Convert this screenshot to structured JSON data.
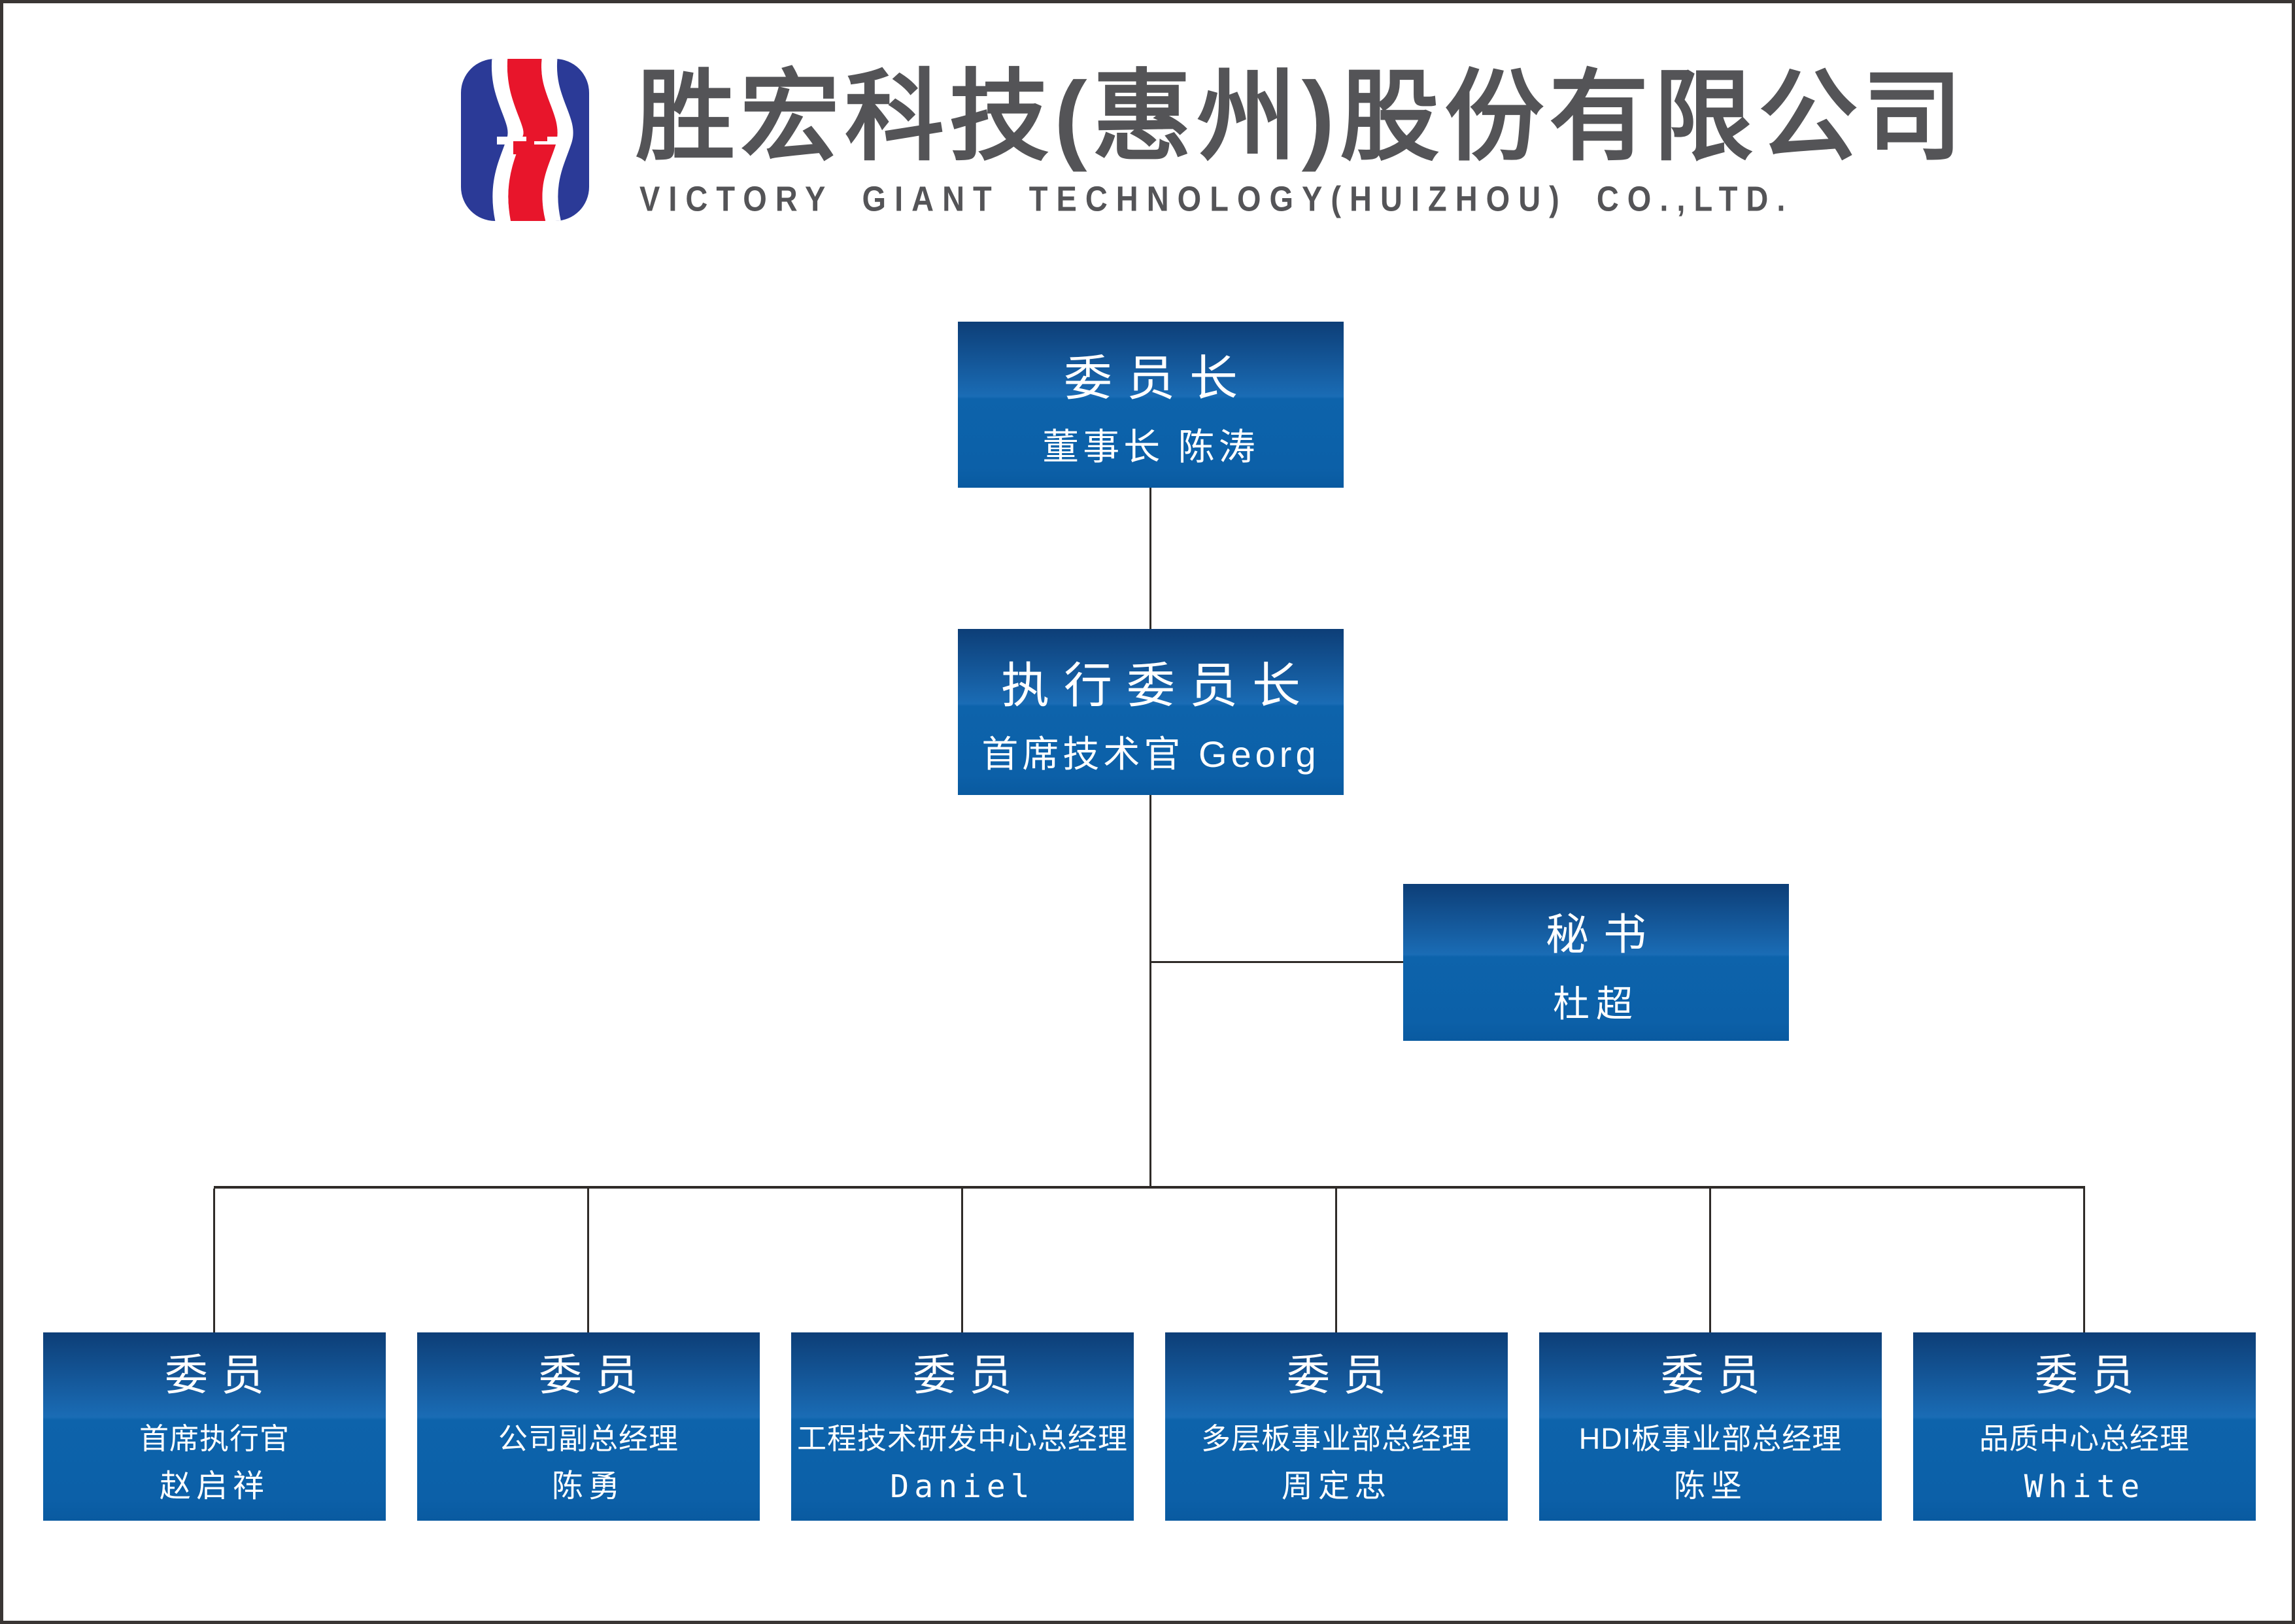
{
  "header": {
    "logo": {
      "icon": "victory-giant-logo",
      "blue": "#2b3a97",
      "red": "#e8152b"
    },
    "company_name_zh": "胜宏科技(惠州)股份有限公司",
    "company_name_en": "VICTORY GIANT TECHNOLOGY(HUIZHOU) CO.,LTD."
  },
  "org_chart": {
    "chairman": {
      "title": "委员长",
      "subtitle": "董事长 陈涛"
    },
    "executive_chairman": {
      "title": "执行委员长",
      "subtitle": "首席技术官 Georg"
    },
    "secretary": {
      "title": "秘书",
      "subtitle": "杜超"
    },
    "members": [
      {
        "title": "委员",
        "dept": "首席执行官",
        "name": "赵启祥"
      },
      {
        "title": "委员",
        "dept": "公司副总经理",
        "name": "陈勇"
      },
      {
        "title": "委员",
        "dept": "工程技术研发中心总经理",
        "name": "Daniel"
      },
      {
        "title": "委员",
        "dept": "多层板事业部总经理",
        "name": "周定忠"
      },
      {
        "title": "委员",
        "dept": "HDI板事业部总经理",
        "name": "陈坚"
      },
      {
        "title": "委员",
        "dept": "品质中心总经理",
        "name": "White"
      }
    ],
    "colors": {
      "box_gradient_top": "#0d3e77",
      "box_gradient_mid": "#1a6cb5",
      "box_gradient_bottom": "#095aa0",
      "box_text": "#ffffff",
      "connector": "#2f2b28",
      "frame": "#3a3634",
      "header_text": "#545457"
    }
  }
}
